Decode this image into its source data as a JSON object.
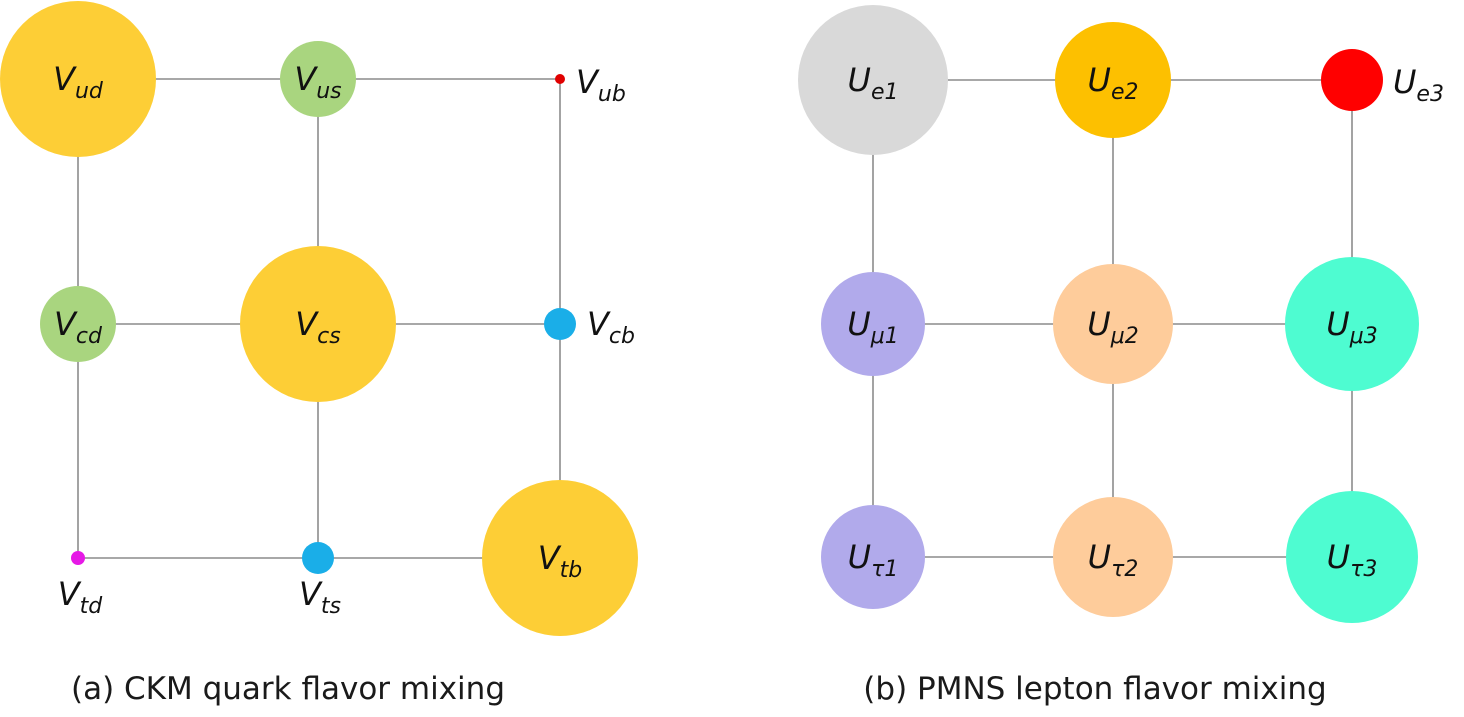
{
  "panels": [
    {
      "id": "ckm",
      "caption": "(a) CKM quark flavor mixing",
      "symbol": "V",
      "nodes": [
        {
          "label": "V",
          "sub": "ud",
          "color": "#FDCE36",
          "size": "large"
        },
        {
          "label": "V",
          "sub": "us",
          "color": "#A9D57F",
          "size": "small"
        },
        {
          "label": "V",
          "sub": "ub",
          "color": "#E00000",
          "size": "dot"
        },
        {
          "label": "V",
          "sub": "cd",
          "color": "#A9D57F",
          "size": "small"
        },
        {
          "label": "V",
          "sub": "cs",
          "color": "#FDCE36",
          "size": "large"
        },
        {
          "label": "V",
          "sub": "cb",
          "color": "#1AAEE8",
          "size": "tiny"
        },
        {
          "label": "V",
          "sub": "td",
          "color": "#E619E6",
          "size": "dot"
        },
        {
          "label": "V",
          "sub": "ts",
          "color": "#1AAEE8",
          "size": "tiny"
        },
        {
          "label": "V",
          "sub": "tb",
          "color": "#FDCE36",
          "size": "large"
        }
      ]
    },
    {
      "id": "pmns",
      "caption": "(b) PMNS lepton flavor mixing",
      "symbol": "U",
      "nodes": [
        {
          "label": "U",
          "sub": "e1",
          "color": "#D9D9D9",
          "size": "large"
        },
        {
          "label": "U",
          "sub": "e2",
          "color": "#FDC000",
          "size": "medium"
        },
        {
          "label": "U",
          "sub": "e3",
          "color": "#FF0000",
          "size": "small"
        },
        {
          "label": "U",
          "sub": "μ1",
          "color": "#B1AAEB",
          "size": "medium"
        },
        {
          "label": "U",
          "sub": "μ2",
          "color": "#FECC9B",
          "size": "medium"
        },
        {
          "label": "U",
          "sub": "μ3",
          "color": "#4EFCD1",
          "size": "large"
        },
        {
          "label": "U",
          "sub": "τ1",
          "color": "#B1AAEB",
          "size": "medium"
        },
        {
          "label": "U",
          "sub": "τ2",
          "color": "#FECC9B",
          "size": "medium"
        },
        {
          "label": "U",
          "sub": "τ3",
          "color": "#4EFCD1",
          "size": "medium"
        }
      ]
    }
  ]
}
